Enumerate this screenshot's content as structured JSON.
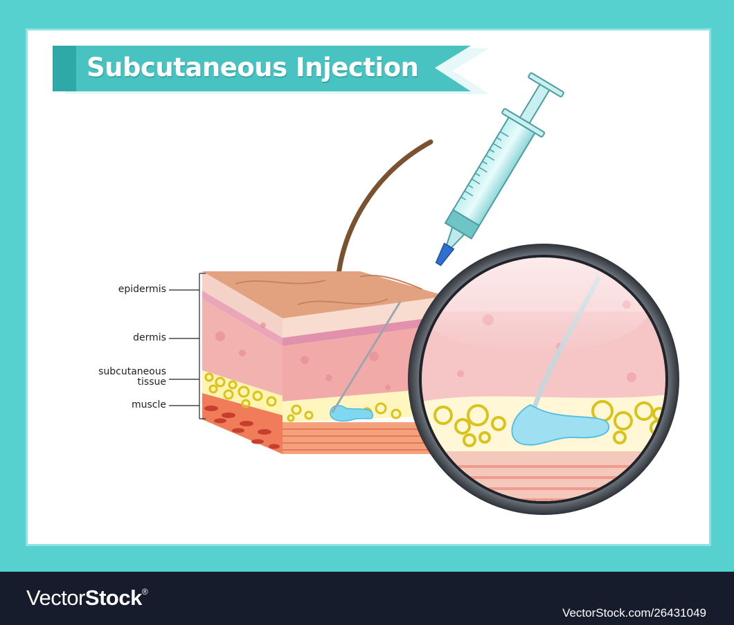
{
  "title": "Subcutaneous Injection",
  "layers": {
    "epidermis": "epidermis",
    "dermis": "dermis",
    "subcutaneous_line1": "subcutaneous",
    "subcutaneous_line2": "tissue",
    "muscle": "muscle"
  },
  "footer": {
    "brand_light": "Vector",
    "brand_bold": "Stock",
    "brand_mark": "®",
    "url": "VectorStock.com/26431049"
  },
  "colors": {
    "frame": "#57d1d0",
    "banner": "#49c3c2",
    "footer": "#161c2c",
    "fluid": "#7fd8f0"
  }
}
